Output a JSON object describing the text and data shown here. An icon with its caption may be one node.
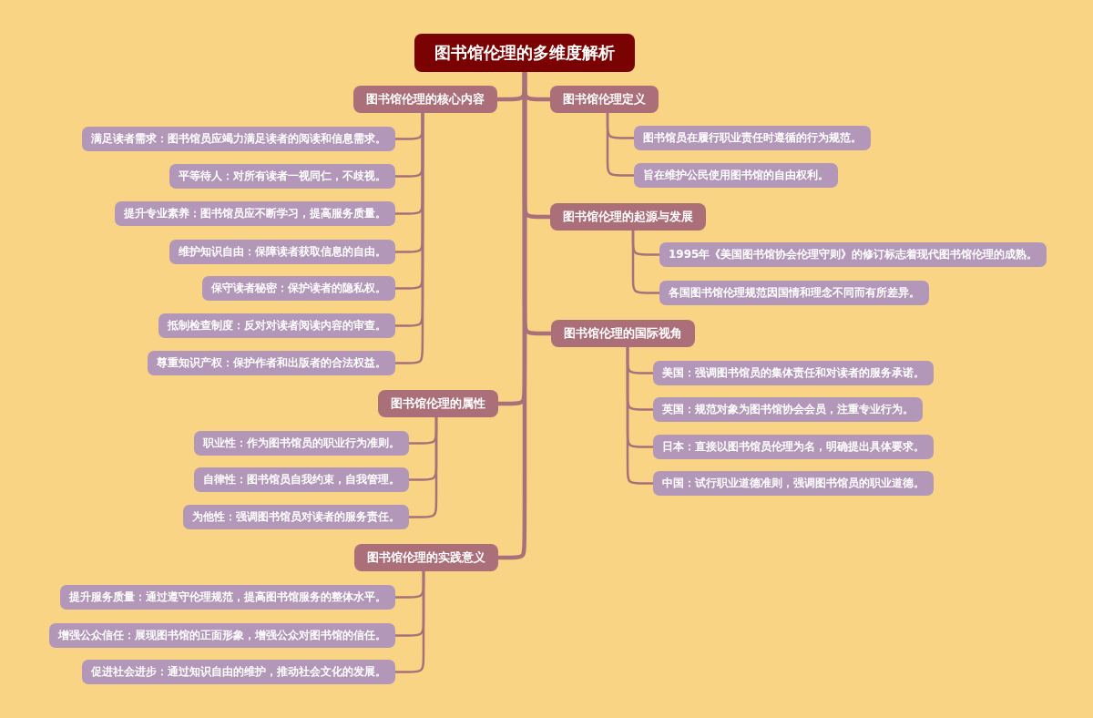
{
  "diagram": {
    "nodes": [
      {
        "text": [
          "图书馆伦理的多维度解析"
        ]
      },
      {
        "text": [
          "图书馆伦理的核心内容"
        ]
      },
      {
        "text": [
          "满足读者需求：图书馆员应竭力满足读者的阅读和信息需求。"
        ]
      },
      {
        "text": [
          "平等待人：对所有读者一视同仁，不歧视。"
        ]
      },
      {
        "text": [
          "提升专业素养：图书馆员应不断学习，提高服务质量。"
        ]
      },
      {
        "text": [
          "维护知识自由：保障读者获取信息的自由。"
        ]
      },
      {
        "text": [
          "保守读者秘密：保护读者的隐私权。"
        ]
      },
      {
        "text": [
          "抵制检查制度：反对对读者阅读内容的审查。"
        ]
      },
      {
        "text": [
          "尊重知识产权：保护作者和出版者的合法权益。"
        ]
      },
      {
        "text": [
          "图书馆伦理定义"
        ]
      },
      {
        "text": [
          "图书馆员在履行职业责任时遵循的行为规范。"
        ]
      },
      {
        "text": [
          "旨在维护公民使用图书馆的自由权利。"
        ]
      },
      {
        "text": [
          "图书馆伦理的起源与发展"
        ]
      },
      {
        "text": [
          "1995年《美国图书馆协会伦理守则》的修订标志着现代图书馆伦理的成熟。"
        ]
      },
      {
        "text": [
          "各国图书馆伦理规范因国情和理念不同而有所差异。"
        ]
      },
      {
        "text": [
          "图书馆伦理的国际视角"
        ]
      },
      {
        "text": [
          "美国：强调图书馆员的集体责任和对读者的服务承诺。"
        ]
      },
      {
        "text": [
          "英国：规范对象为图书馆协会会员，注重专业行为。"
        ]
      },
      {
        "text": [
          "日本：直接以图书馆员伦理为名，明确提出具体要求。"
        ]
      },
      {
        "text": [
          "中国：试行职业道德准则，强调图书馆员的职业道德。"
        ]
      },
      {
        "text": [
          "图书馆伦理的属性"
        ]
      },
      {
        "text": [
          "职业性：作为图书馆员的职业行为准则。"
        ]
      },
      {
        "text": [
          "自律性：图书馆员自我约束，自我管理。"
        ]
      },
      {
        "text": [
          "为他性：强调图书馆员对读者的服务责任。"
        ]
      },
      {
        "text": [
          "图书馆伦理的实践意义"
        ]
      },
      {
        "text": [
          "提升服务质量：通过遵守伦理规范，提高图书馆服务的整体水平。"
        ]
      },
      {
        "text": [
          "增强公众信任：展现图书馆的正面形象，增强公众对图书馆的信任。"
        ]
      },
      {
        "text": [
          "促进社会进步：通过知识自由的维护，推动社会文化的发展。"
        ]
      }
    ],
    "edges": [
      {
        "from": 0,
        "to": 1,
        "arrow": "none",
        "style": "thick"
      },
      {
        "from": 0,
        "to": 9,
        "arrow": "none",
        "style": "thick"
      },
      {
        "from": 0,
        "to": 12,
        "arrow": "none",
        "style": "thick"
      },
      {
        "from": 0,
        "to": 15,
        "arrow": "none",
        "style": "thick"
      },
      {
        "from": 0,
        "to": 20,
        "arrow": "none",
        "style": "thick"
      },
      {
        "from": 0,
        "to": 24,
        "arrow": "none",
        "style": "thick"
      },
      {
        "from": 1,
        "to": 2,
        "arrow": "none"
      },
      {
        "from": 1,
        "to": 3,
        "arrow": "none"
      },
      {
        "from": 1,
        "to": 4,
        "arrow": "none"
      },
      {
        "from": 1,
        "to": 5,
        "arrow": "none"
      },
      {
        "from": 1,
        "to": 6,
        "arrow": "none"
      },
      {
        "from": 1,
        "to": 7,
        "arrow": "none"
      },
      {
        "from": 1,
        "to": 8,
        "arrow": "none"
      },
      {
        "from": 9,
        "to": 10,
        "arrow": "none"
      },
      {
        "from": 9,
        "to": 11,
        "arrow": "none"
      },
      {
        "from": 12,
        "to": 13,
        "arrow": "none"
      },
      {
        "from": 12,
        "to": 14,
        "arrow": "none"
      },
      {
        "from": 15,
        "to": 16,
        "arrow": "none"
      },
      {
        "from": 15,
        "to": 17,
        "arrow": "none"
      },
      {
        "from": 15,
        "to": 18,
        "arrow": "none"
      },
      {
        "from": 15,
        "to": 19,
        "arrow": "none"
      },
      {
        "from": 20,
        "to": 21,
        "arrow": "none"
      },
      {
        "from": 20,
        "to": 22,
        "arrow": "none"
      },
      {
        "from": 20,
        "to": 23,
        "arrow": "none"
      },
      {
        "from": 24,
        "to": 25,
        "arrow": "none"
      },
      {
        "from": 24,
        "to": 26,
        "arrow": "none"
      },
      {
        "from": 24,
        "to": 27,
        "arrow": "none"
      }
    ]
  }
}
